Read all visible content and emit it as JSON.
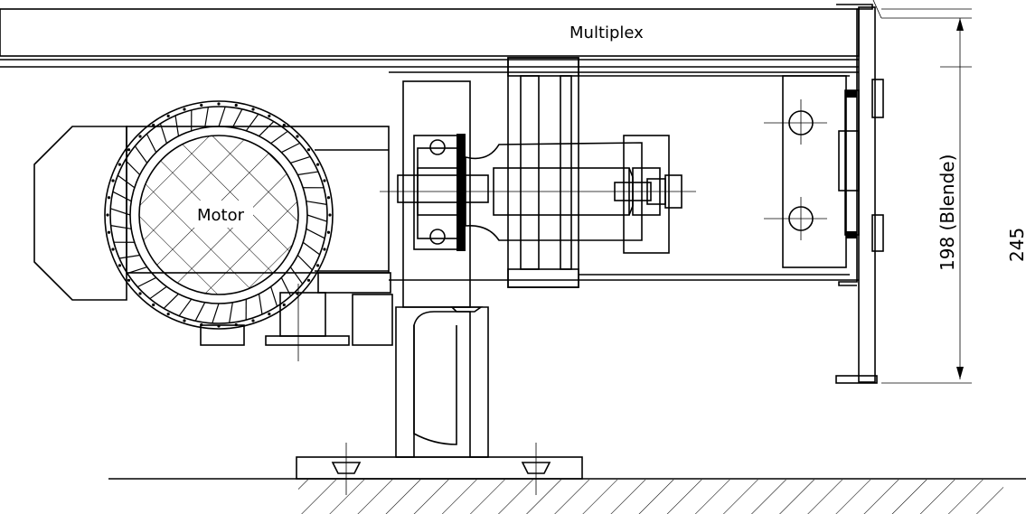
{
  "labels": {
    "multiplex": "Multiplex",
    "motor": "Motor",
    "dim_blende": "198  (Blende)",
    "dim_total": "245"
  }
}
